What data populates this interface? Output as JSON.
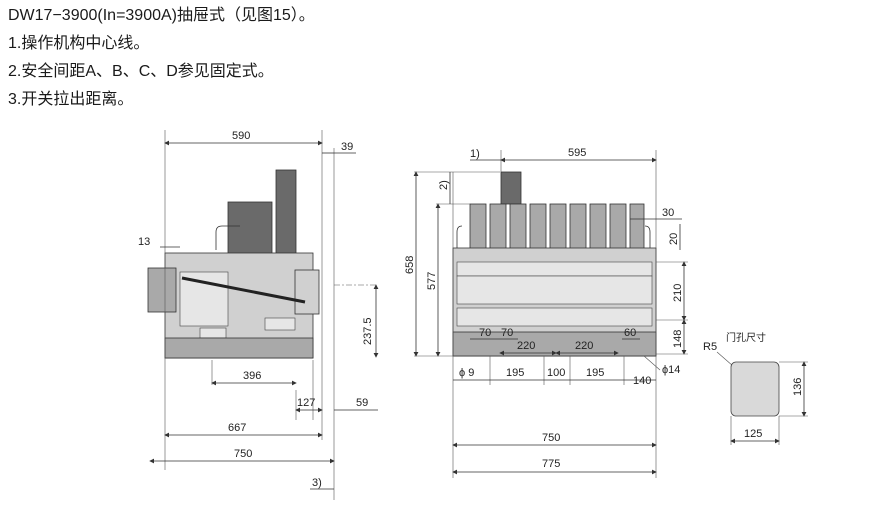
{
  "header": {
    "title": "DW17−3900(In=3900A)抽屉式（见图15）。",
    "notes": [
      "1.操作机构中心线。",
      "2.安全间距A、B、C、D参见固定式。",
      "3.开关拉出距离。"
    ]
  },
  "side_view": {
    "dim_590": "590",
    "dim_39": "39",
    "dim_13": "13",
    "dim_237_5": "237.5",
    "dim_396": "396",
    "dim_127": "127",
    "dim_59": "59",
    "dim_667": "667",
    "dim_750": "750",
    "note_3": "3)"
  },
  "front_view": {
    "note_1": "1)",
    "note_2": "2)",
    "dim_595": "595",
    "dim_30": "30",
    "dim_20": "20",
    "dim_658": "658",
    "dim_577": "577",
    "dim_210": "210",
    "dim_148": "148",
    "dim_70a": "70",
    "dim_70b": "70",
    "dim_220a": "220",
    "dim_220b": "220",
    "dim_60": "60",
    "dim_phi9": "ϕ 9",
    "dim_195a": "195",
    "dim_100": "100",
    "dim_195b": "195",
    "dim_140": "140",
    "dim_phi14": "ϕ14",
    "dim_750": "750",
    "dim_775": "775"
  },
  "door_cutout": {
    "label": "门孔尺寸",
    "radius": "R5",
    "dim_136": "136",
    "dim_125": "125"
  }
}
